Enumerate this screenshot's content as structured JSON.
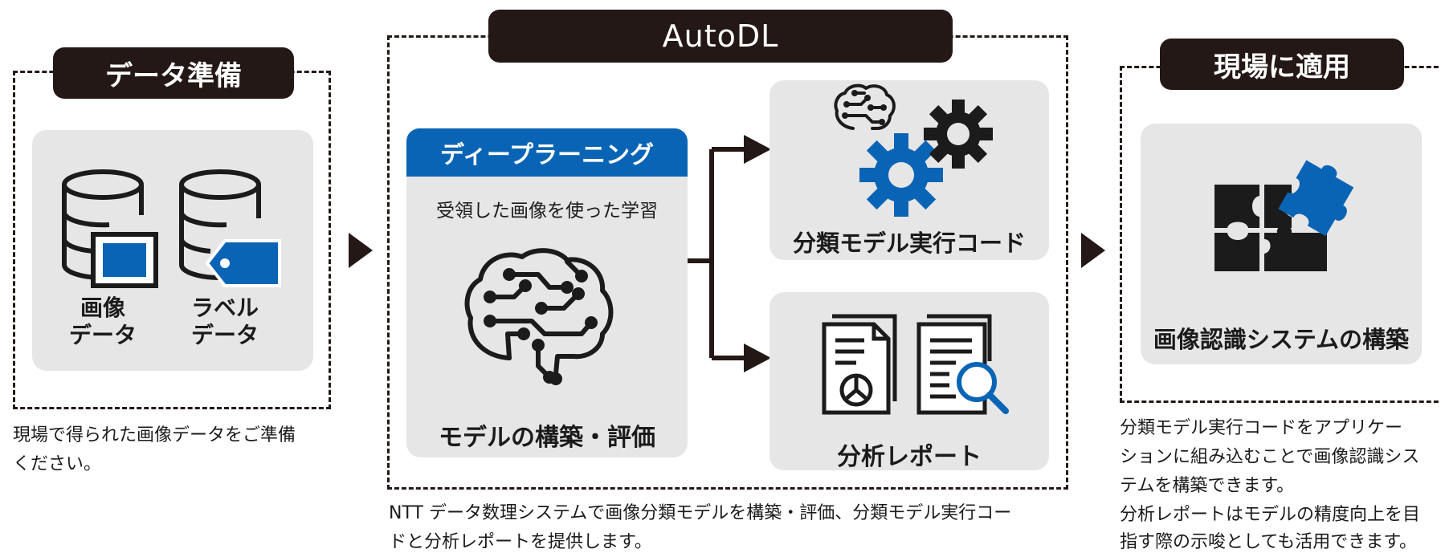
{
  "sections": {
    "prep": {
      "title": "データ準備",
      "image_label": [
        "画像",
        "データ"
      ],
      "label_label": [
        "ラベル",
        "データ"
      ],
      "caption": [
        "現場で得られた画像データをご準備",
        "ください。"
      ]
    },
    "autodl": {
      "title": "AutoDL",
      "dl_header": "ディープラーニング",
      "dl_subtitle": "受領した画像を使った学習",
      "dl_bottom": "モデルの構築・評価",
      "code_label": "分類モデル実行コード",
      "report_label": "分析レポート",
      "caption": [
        "NTT データ数理システムで画像分類モデルを構築・評価、分類モデル実行コー",
        "ドと分析レポートを提供します。"
      ]
    },
    "apply": {
      "title": "現場に適用",
      "panel_label": "画像認識システムの構築",
      "caption": [
        "分類モデル実行コードをアプリケー",
        "ションに組み込むことで画像認識シス",
        "テムを構築できます。",
        "分析レポートはモデルの精度向上を目",
        "指す際の示唆としても活用できます。"
      ]
    }
  },
  "icons": [
    "database-icon",
    "image-icon",
    "tag-icon",
    "brain-circuit-icon",
    "gear-icon",
    "document-chart-icon",
    "document-search-icon",
    "puzzle-icon",
    "arrow-right-icon"
  ],
  "colors": {
    "accent_blue": "#0a64b5",
    "dark": "#231815",
    "panel_gray": "#e6e6e6"
  }
}
